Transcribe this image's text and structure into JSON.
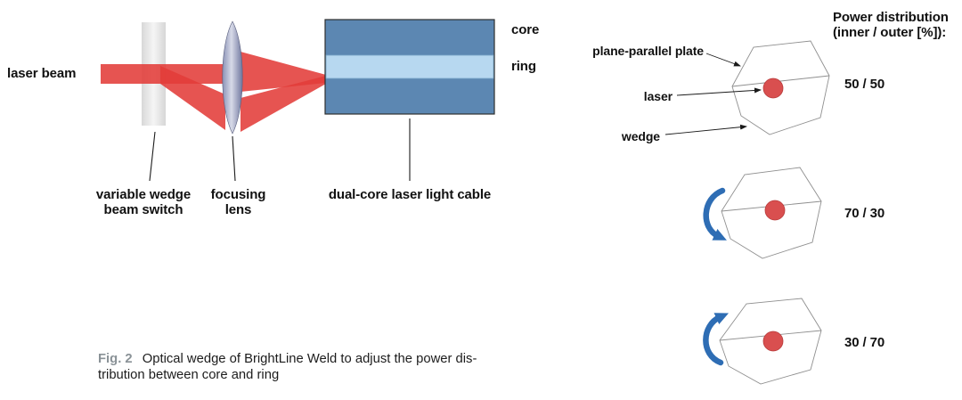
{
  "figure": {
    "caption": {
      "tag": "Fig. 2",
      "line1": "Optical wedge of BrightLine Weld to adjust the power dis-",
      "line2": "tribution between core and ring"
    }
  },
  "optical_setup": {
    "laser_beam_label": "laser beam",
    "core_label": "core",
    "ring_label": "ring",
    "wedge_switch_line1": "variable wedge",
    "wedge_switch_line2": "beam switch",
    "lens_line1": "focusing",
    "lens_line2": "lens",
    "cable_label": "dual-core laser light cable"
  },
  "power_distribution": {
    "heading_line1": "Power distribution",
    "heading_line2": "(inner / outer [%]):",
    "plate_label": "plane-parallel plate",
    "laser_label": "laser",
    "wedge_label": "wedge",
    "rows": [
      {
        "ratio": "50 / 50"
      },
      {
        "ratio": "70 / 30"
      },
      {
        "ratio": "30 / 70"
      }
    ]
  },
  "colors": {
    "beam_red": "#e23c39",
    "plate_gray": "#e9e9e9",
    "lens_blue_gray": "#9ba1c2",
    "cable_blue": "#5c87b2",
    "core_stripe_blue": "#b7d8f0",
    "rotation_arrow_blue": "#2e6db4",
    "laser_dot_red": "#d94f4f",
    "caption_tag_gray": "#8a9297"
  }
}
